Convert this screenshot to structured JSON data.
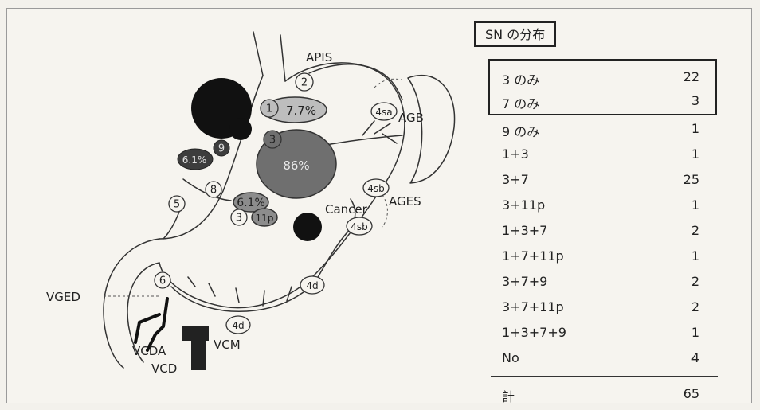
{
  "diagram": {
    "labels": {
      "APIS": "APIS",
      "AGB": "AGB",
      "AGES": "AGES",
      "Cancer": "Cancer",
      "VGED": "VGED",
      "VCDA": "VCDA",
      "VCD": "VCD",
      "VCM": "VCM"
    },
    "nodes": {
      "n1": "1",
      "n2": "2",
      "n3a": "3",
      "n3b": "3",
      "n4sa": "4sa",
      "n4sb_upper": "4sb",
      "n4sb_lower": "4sb",
      "n4d_upper": "4d",
      "n4d_lower": "4d",
      "n5": "5",
      "n6": "6",
      "n8": "8",
      "n9": "9",
      "n11p": "11p"
    },
    "percentages": {
      "p_station1": "7.7%",
      "p_station7": "86%",
      "p_station9": "6.1%",
      "p_station11p": "6.1%"
    },
    "colors": {
      "line": "#333333",
      "light_fill": "#bdbdbd",
      "mid_fill": "#8c8c8c",
      "dark_fill": "#4a4a4a",
      "black": "#111111"
    }
  },
  "table": {
    "title": "SN の分布",
    "rows": [
      {
        "label": "3 のみ",
        "count": "22"
      },
      {
        "label": "7 のみ",
        "count": "3"
      },
      {
        "label": "9 のみ",
        "count": "1"
      },
      {
        "label": "1+3",
        "count": "1"
      },
      {
        "label": "3+7",
        "count": "25"
      },
      {
        "label": "3+11p",
        "count": "1"
      },
      {
        "label": "1+3+7",
        "count": "2"
      },
      {
        "label": "1+7+11p",
        "count": "1"
      },
      {
        "label": "3+7+9",
        "count": "2"
      },
      {
        "label": "3+7+11p",
        "count": "2"
      },
      {
        "label": "1+3+7+9",
        "count": "1"
      },
      {
        "label": "No",
        "count": "4"
      }
    ],
    "total": {
      "label": "計",
      "count": "65"
    }
  }
}
